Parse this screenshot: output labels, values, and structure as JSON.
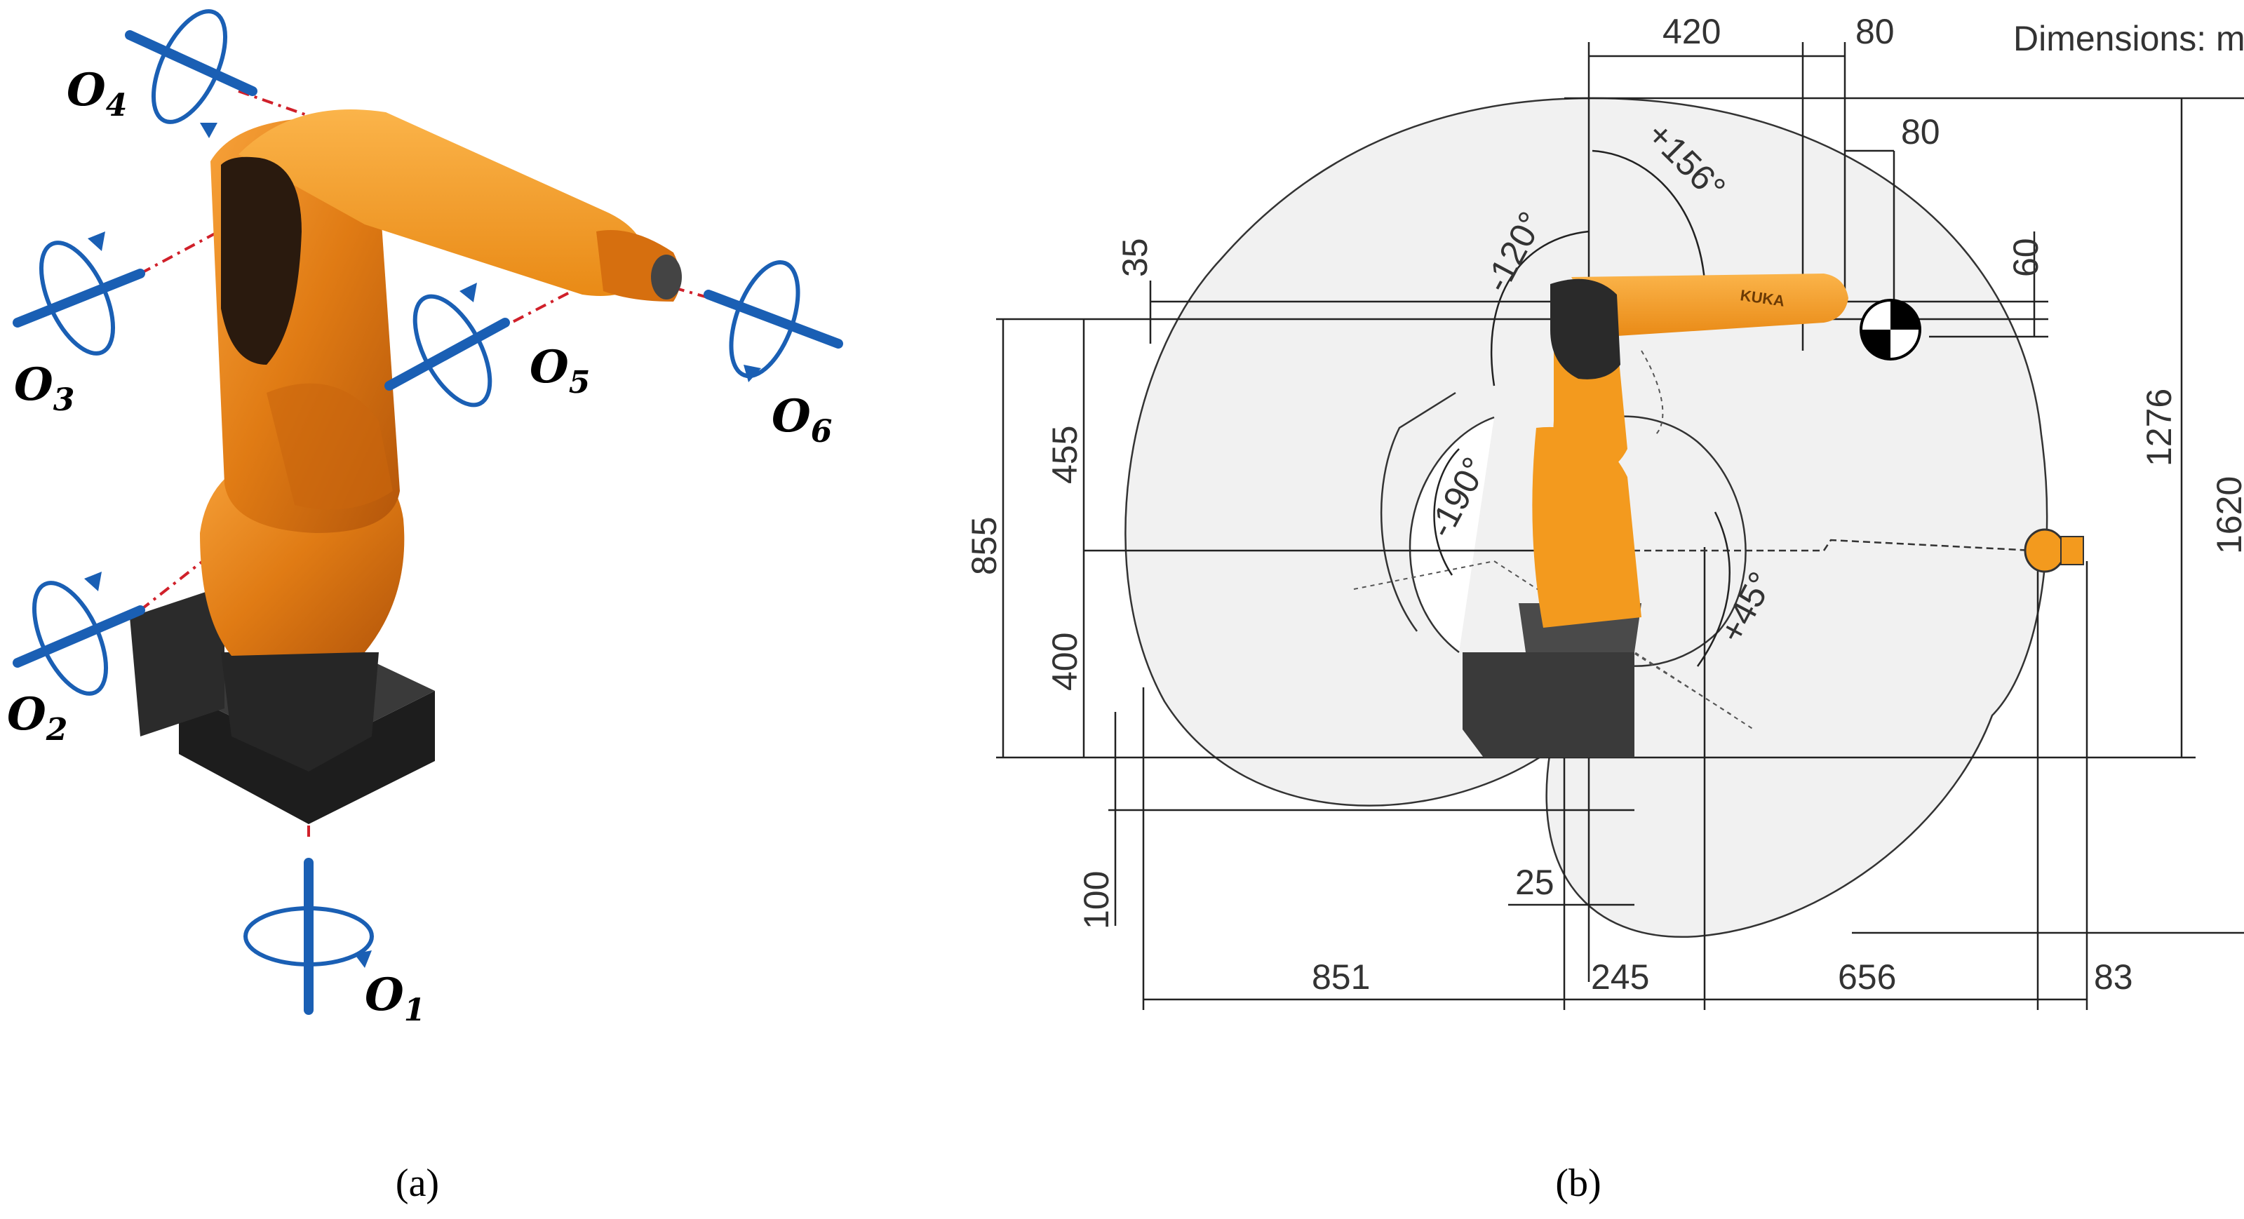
{
  "panel_a": {
    "caption": "(a)",
    "axes": [
      {
        "id": "O1",
        "base": "O",
        "sub": "1"
      },
      {
        "id": "O2",
        "base": "O",
        "sub": "2"
      },
      {
        "id": "O3",
        "base": "O",
        "sub": "3"
      },
      {
        "id": "O4",
        "base": "O",
        "sub": "4"
      },
      {
        "id": "O5",
        "base": "O",
        "sub": "5"
      },
      {
        "id": "O6",
        "base": "O",
        "sub": "6"
      }
    ],
    "colors": {
      "robot": "#e07b14",
      "base": "#2a2a2a",
      "axis": "#1a5fb4",
      "centerline": "#d0202a"
    }
  },
  "panel_b": {
    "caption": "(b)",
    "units_note": "Dimensions: mm",
    "robot_label": "KUKA",
    "dimensions": {
      "d420": "420",
      "d80_top": "80",
      "d80_right": "80",
      "d35": "35",
      "d60": "60",
      "d455": "455",
      "d855": "855",
      "d400": "400",
      "d100": "100",
      "d25": "25",
      "d851": "851",
      "d245": "245",
      "d656": "656",
      "d83": "83",
      "d1276": "1276",
      "d1620": "1620"
    },
    "angles": {
      "a156": "+156°",
      "a120": "-120°",
      "a190": "-190°",
      "a45": "+45°"
    },
    "colors": {
      "envelope": "#f1f1f1",
      "robot": "#f39a1e"
    }
  }
}
